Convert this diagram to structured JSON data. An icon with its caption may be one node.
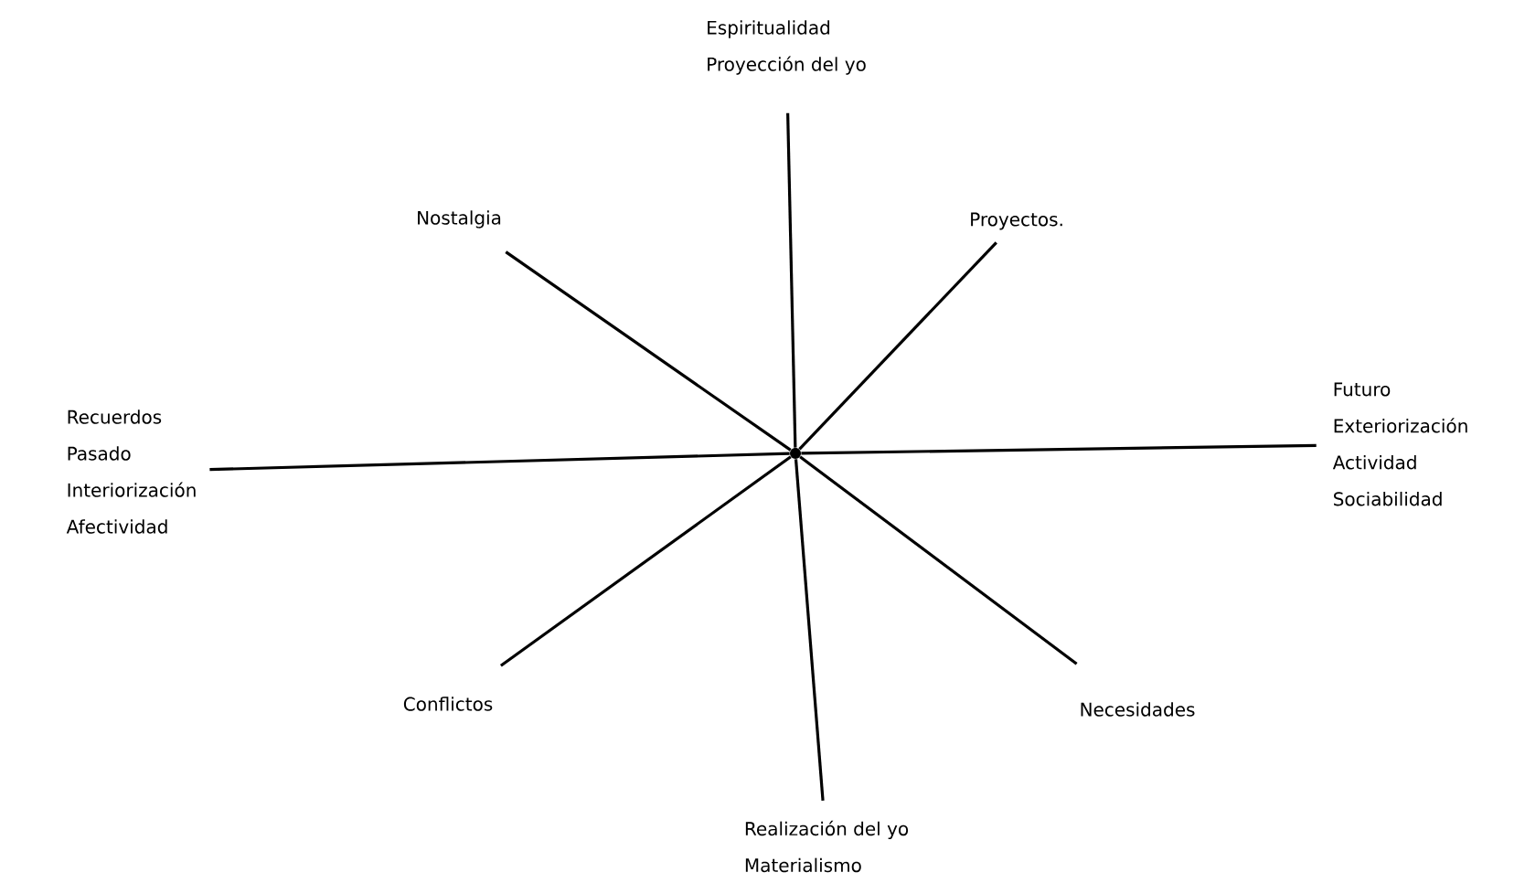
{
  "diagram": {
    "nodes": [
      {
        "text": [
          "Espiritualidad",
          "Proyección del yo"
        ]
      },
      {
        "text": [
          "Nostalgia"
        ]
      },
      {
        "text": [
          "Proyectos."
        ]
      },
      {
        "text": [
          "Recuerdos",
          "Pasado",
          "Interiorización",
          "Afectividad"
        ]
      },
      {
        "text": [
          "Futuro",
          "Exteriorización",
          "Actividad",
          "Sociabilidad"
        ]
      },
      {
        "text": [
          "Conflictos"
        ]
      },
      {
        "text": [
          "Necesidades"
        ]
      },
      {
        "text": [
          "Realización del yo",
          "Materialismo"
        ]
      },
      {
        "text": [],
        "shape": "circle"
      }
    ],
    "edges": [
      {
        "from": 8,
        "to": 0,
        "arrow": "none"
      },
      {
        "from": 8,
        "to": 1,
        "arrow": "none"
      },
      {
        "from": 8,
        "to": 2,
        "arrow": "none"
      },
      {
        "from": 8,
        "to": 3,
        "arrow": "none"
      },
      {
        "from": 8,
        "to": 4,
        "arrow": "none"
      },
      {
        "from": 8,
        "to": 5,
        "arrow": "none"
      },
      {
        "from": 8,
        "to": 6,
        "arrow": "none"
      },
      {
        "from": 8,
        "to": 7,
        "arrow": "none"
      }
    ]
  }
}
